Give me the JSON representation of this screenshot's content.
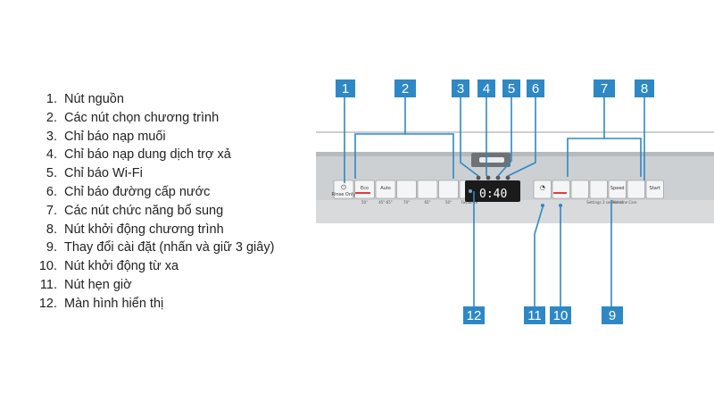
{
  "legend": [
    {
      "num": "1.",
      "text": "Nút nguồn"
    },
    {
      "num": "2.",
      "text": "Các nút chọn chương trình"
    },
    {
      "num": "3.",
      "text": "Chỉ báo nạp muối"
    },
    {
      "num": "4.",
      "text": "Chỉ báo nạp dung dịch trợ xả"
    },
    {
      "num": "5.",
      "text": "Chỉ báo Wi-Fi"
    },
    {
      "num": "6.",
      "text": "Chỉ báo đường cấp nước"
    },
    {
      "num": "7.",
      "text": "Các nút chức năng bổ sung"
    },
    {
      "num": "8.",
      "text": "Nút khởi động chương trình"
    },
    {
      "num": "9.",
      "text": "Thay đổi cài đặt (nhấn và giữ 3 giây)"
    },
    {
      "num": "10.",
      "text": "Nút khởi động từ xa"
    },
    {
      "num": "11.",
      "text": "Nút hẹn giờ"
    },
    {
      "num": "12.",
      "text": "Màn hình hiển thị"
    }
  ],
  "callouts": [
    "1",
    "2",
    "3",
    "4",
    "5",
    "6",
    "7",
    "8",
    "9",
    "10",
    "11",
    "12"
  ],
  "panel": {
    "display_text": "0:40",
    "left_buttons": [
      {
        "icon": "⏻",
        "label": "Rinse Only",
        "name": "power-button"
      },
      {
        "icon": "",
        "label": "Eco",
        "sub": "50°",
        "name": "eco-program-button"
      },
      {
        "icon": "",
        "label": "Auto",
        "sub": "45°-65°",
        "name": "auto-program-button"
      },
      {
        "icon": "",
        "label": "",
        "sub": "70°",
        "name": "intensive-program-button"
      },
      {
        "icon": "",
        "label": "",
        "sub": "65°",
        "name": "quick-program-button"
      },
      {
        "icon": "",
        "label": "",
        "sub": "50°",
        "name": "glass-program-button"
      },
      {
        "icon": "☆",
        "label": "",
        "sub": "Favourite",
        "name": "favourite-program-button"
      }
    ],
    "right_buttons": [
      {
        "icon": "◔",
        "label": "",
        "name": "timer-button"
      },
      {
        "icon": "",
        "label": "",
        "name": "remote-start-button"
      },
      {
        "icon": "",
        "label": "",
        "name": "extra-function-button-1"
      },
      {
        "icon": "",
        "label": "",
        "name": "extra-function-button-2"
      },
      {
        "icon": "",
        "label": "Speed",
        "sub": "Perfect",
        "name": "speed-perfect-button"
      },
      {
        "icon": "",
        "label": "",
        "name": "extra-function-button-3"
      },
      {
        "icon": "",
        "label": "Start",
        "name": "start-button"
      }
    ],
    "sub_labels_right": [
      "Settings 3 sec.",
      "Machine Care"
    ]
  },
  "colors": {
    "callout": "#2e88c5",
    "panel": "#cdd0d2",
    "display": "#1b1b1b",
    "active_indicator": "#e53c3c"
  }
}
